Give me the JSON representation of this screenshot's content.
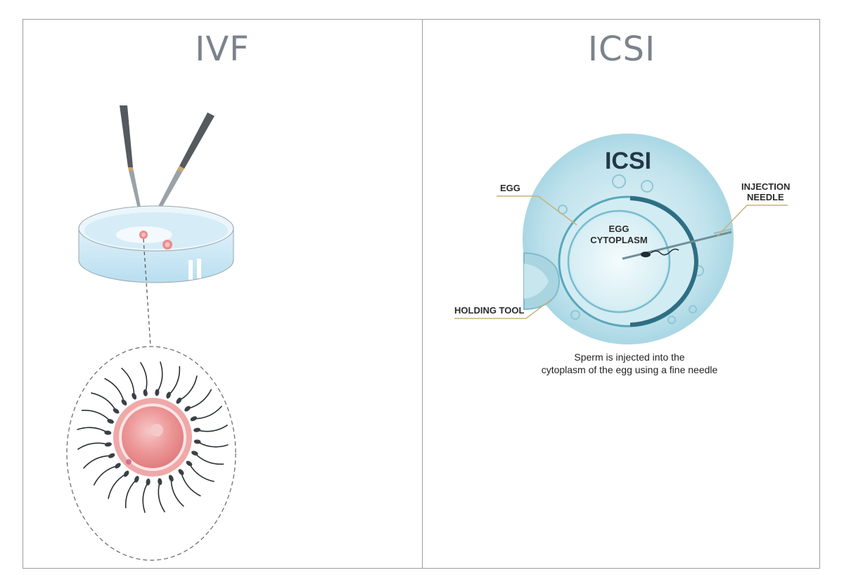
{
  "panels": {
    "left_title": "IVF",
    "right_title": "ICSI"
  },
  "icsi_diagram": {
    "heading": "ICSI",
    "labels": {
      "egg": "EGG",
      "cytoplasm_line1": "EGG",
      "cytoplasm_line2": "CYTOPLASM",
      "needle_line1": "INJECTION",
      "needle_line2": "NEEDLE",
      "holding_tool": "HOLDING TOOL"
    },
    "caption_line1": "Sperm is injected into the",
    "caption_line2": "cytoplasm of the egg using a fine needle"
  },
  "colors": {
    "frame": "#9a9da1",
    "title": "#7b838c",
    "egg_pink": "#e88a8c",
    "dish_blue": "#cfe9f5",
    "icsi_teal": "#6fb7cc",
    "label_line": "#c8b27a"
  }
}
